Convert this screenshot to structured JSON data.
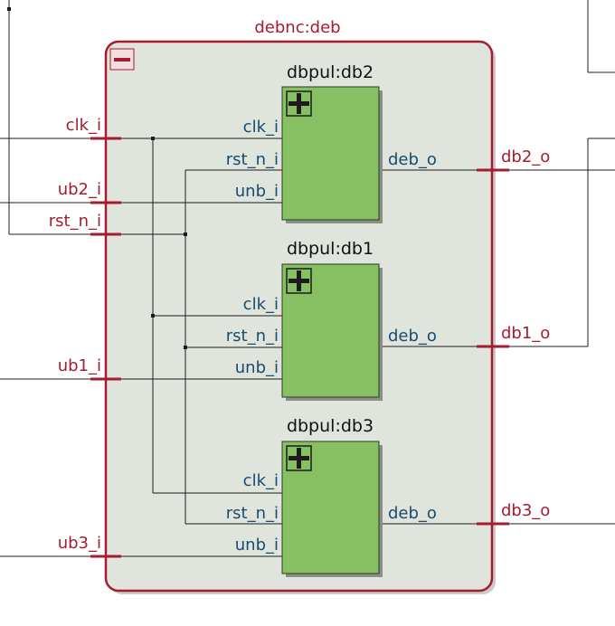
{
  "outer": {
    "title": "debnc:deb",
    "collapse_icon": "minus-icon",
    "inputs": {
      "clk": "clk_i",
      "ub2": "ub2_i",
      "rst": "rst_n_i",
      "ub1": "ub1_i",
      "ub3": "ub3_i"
    },
    "outputs": {
      "db2": "db2_o",
      "db1": "db1_o",
      "db3": "db3_o"
    }
  },
  "blocks": {
    "db2": {
      "title": "dbpul:db2",
      "expand_icon": "plus-icon",
      "in1": "clk_i",
      "in2": "rst_n_i",
      "in3": "unb_i",
      "out": "deb_o"
    },
    "db1": {
      "title": "dbpul:db1",
      "expand_icon": "plus-icon",
      "in1": "clk_i",
      "in2": "rst_n_i",
      "in3": "unb_i",
      "out": "deb_o"
    },
    "db3": {
      "title": "dbpul:db3",
      "expand_icon": "plus-icon",
      "in1": "clk_i",
      "in2": "rst_n_i",
      "in3": "unb_i",
      "out": "deb_o"
    }
  },
  "colors": {
    "border": "#a61c2e",
    "outer_fill": "#dfe4dc",
    "block_fill": "#86c062",
    "port_text": "#1a4a6e"
  }
}
